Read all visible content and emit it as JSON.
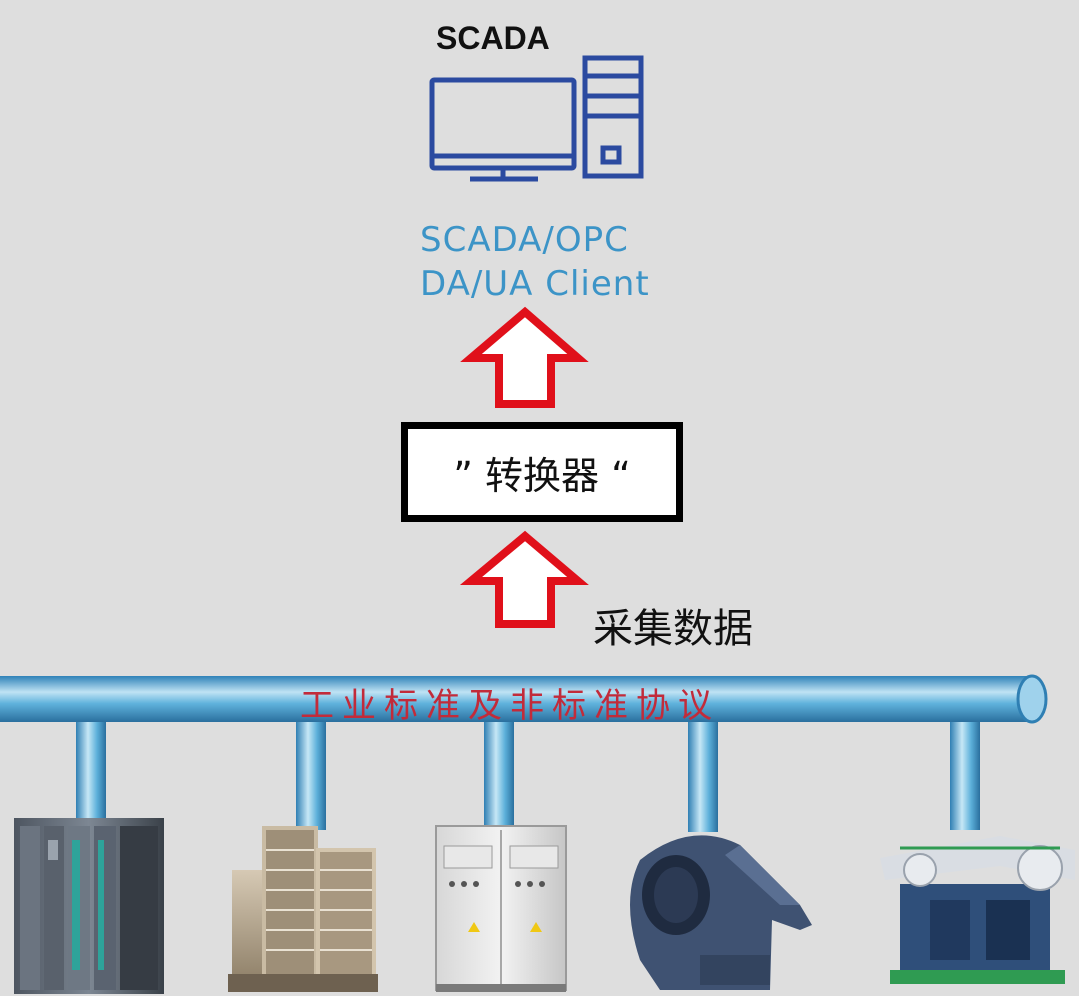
{
  "scada_title": "SCADA",
  "client_label_line1": "SCADA/OPC",
  "client_label_line2": "DA/UA Client",
  "converter_label": "” 转换器 “",
  "collect_label": "采集数据",
  "protocol_label": "工业标准及非标准协议",
  "colors": {
    "background": "#dedede",
    "computer_icon": "#2b4aa0",
    "client_text": "#3c94c7",
    "arrow_outline": "#e0101a",
    "pipe": "#4aa2d0",
    "protocol_text": "#c22b3a"
  },
  "icons": [
    "computer-monitor-icon",
    "computer-tower-icon",
    "arrow-up-icon",
    "arrow-up-icon"
  ],
  "devices": [
    "plc-rack",
    "buildings",
    "control-cabinet",
    "industrial-fan",
    "compressor"
  ]
}
